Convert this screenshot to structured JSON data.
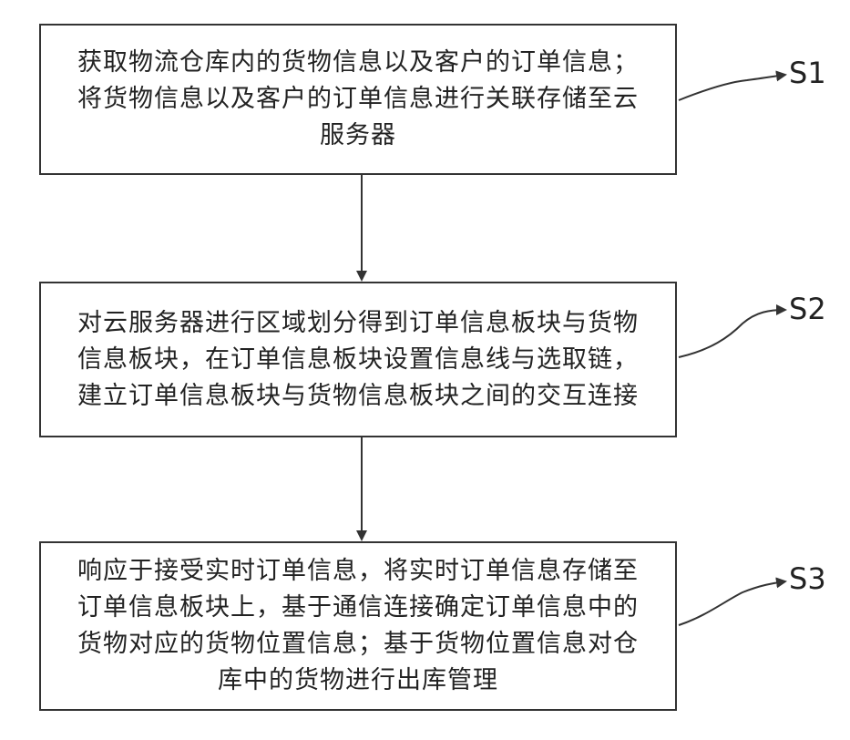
{
  "diagram": {
    "steps": [
      {
        "label": "S1",
        "text": "获取物流仓库内的货物信息以及客户的订单信息；将货物信息以及客户的订单信息进行关联存储至云服务器"
      },
      {
        "label": "S2",
        "text": "对云服务器进行区域划分得到订单信息板块与货物信息板块，在订单信息板块设置信息线与选取链，建立订单信息板块与货物信息板块之间的交互连接"
      },
      {
        "label": "S3",
        "text": "响应于接受实时订单信息，将实时订单信息存储至订单信息板块上，基于通信连接确定订单信息中的货物对应的货物位置信息；基于货物位置信息对仓库中的货物进行出库管理"
      }
    ]
  }
}
